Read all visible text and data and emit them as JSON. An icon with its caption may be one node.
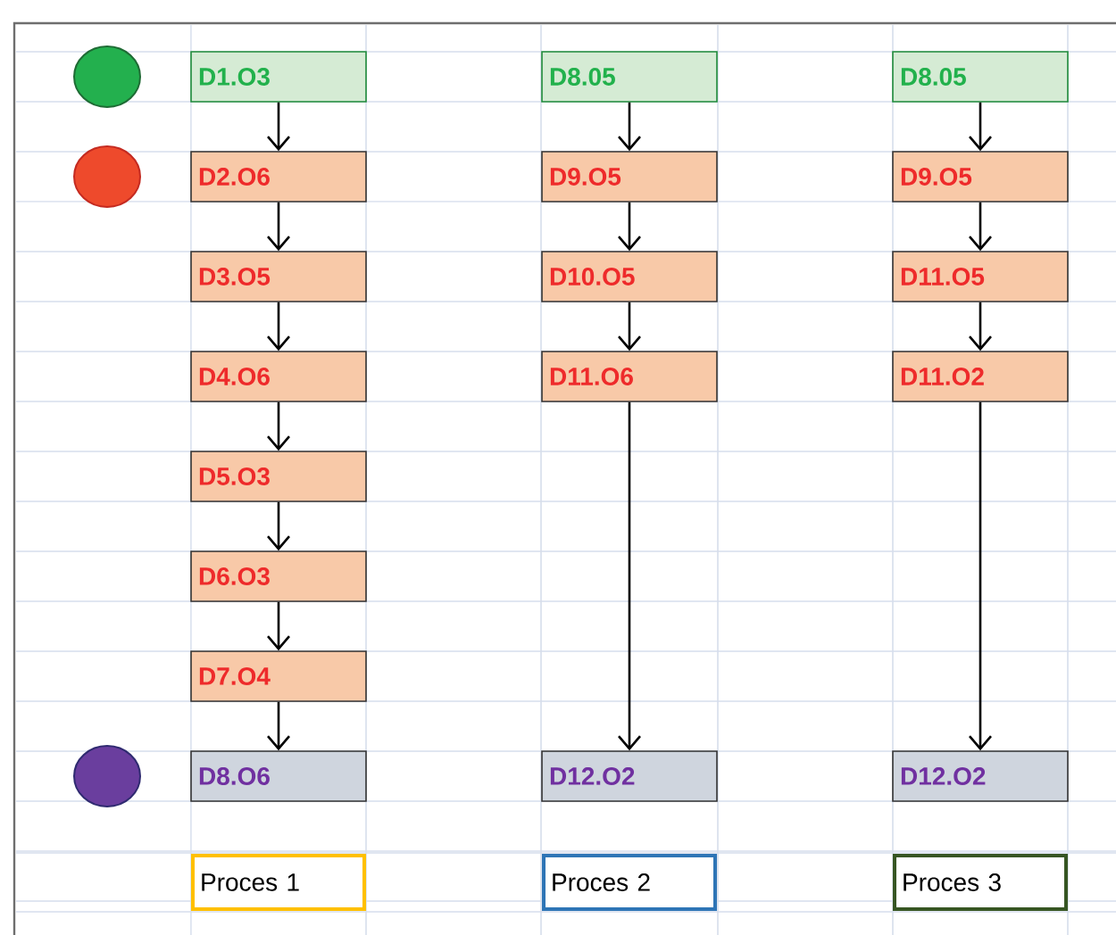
{
  "diagram": {
    "nodes": [
      {
        "text": [],
        "shape": "circle"
      },
      {
        "text": [],
        "shape": "circle"
      },
      {
        "text": [],
        "shape": "circle"
      },
      {
        "text": [
          "D1.O3"
        ]
      },
      {
        "text": [
          "D2.O6"
        ]
      },
      {
        "text": [
          "D3.O5"
        ]
      },
      {
        "text": [
          "D4.O6"
        ]
      },
      {
        "text": [
          "D5.O3"
        ]
      },
      {
        "text": [
          "D6.O3"
        ]
      },
      {
        "text": [
          "D7.O4"
        ]
      },
      {
        "text": [
          "D8.O6"
        ]
      },
      {
        "text": [
          "D8.05"
        ]
      },
      {
        "text": [
          "D9.O5"
        ]
      },
      {
        "text": [
          "D10.O5"
        ]
      },
      {
        "text": [
          "D11.O6"
        ]
      },
      {
        "text": [
          "D12.O2"
        ]
      },
      {
        "text": [
          "D8.05"
        ]
      },
      {
        "text": [
          "D9.O5"
        ]
      },
      {
        "text": [
          "D11.O5"
        ]
      },
      {
        "text": [
          "D11.O2"
        ]
      },
      {
        "text": [
          "D12.O2"
        ]
      },
      {
        "text": [
          "Proces 1"
        ]
      },
      {
        "text": [
          "Proces 2"
        ]
      },
      {
        "text": [
          "Proces 3"
        ]
      }
    ],
    "edges": [
      {
        "from": 3,
        "to": 4,
        "arrow": "to"
      },
      {
        "from": 4,
        "to": 5,
        "arrow": "to"
      },
      {
        "from": 5,
        "to": 6,
        "arrow": "to"
      },
      {
        "from": 6,
        "to": 7,
        "arrow": "to"
      },
      {
        "from": 7,
        "to": 8,
        "arrow": "to"
      },
      {
        "from": 8,
        "to": 9,
        "arrow": "to"
      },
      {
        "from": 9,
        "to": 10,
        "arrow": "to"
      },
      {
        "from": 11,
        "to": 12,
        "arrow": "to"
      },
      {
        "from": 12,
        "to": 13,
        "arrow": "to"
      },
      {
        "from": 13,
        "to": 14,
        "arrow": "to"
      },
      {
        "from": 14,
        "to": 15,
        "arrow": "to"
      },
      {
        "from": 16,
        "to": 17,
        "arrow": "to"
      },
      {
        "from": 17,
        "to": 18,
        "arrow": "to"
      },
      {
        "from": 18,
        "to": 19,
        "arrow": "to"
      },
      {
        "from": 19,
        "to": 20,
        "arrow": "to"
      }
    ]
  }
}
